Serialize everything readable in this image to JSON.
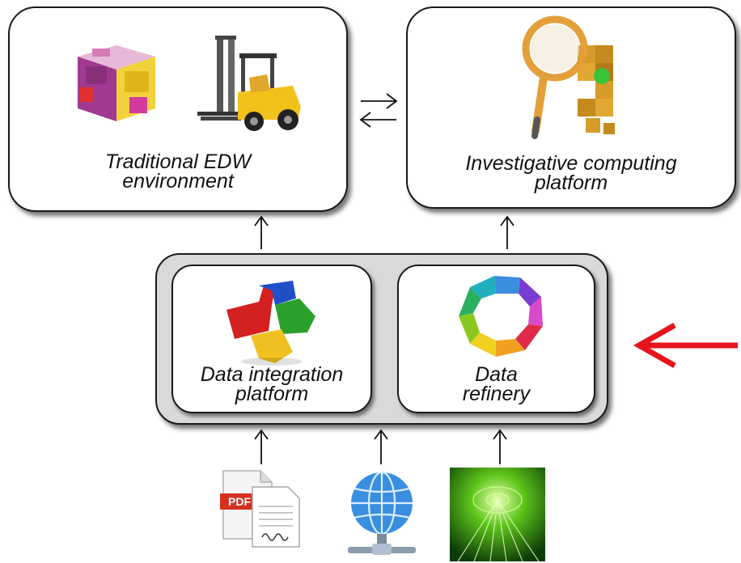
{
  "boxes": {
    "edw": {
      "line1": "Traditional EDW",
      "line2": "environment"
    },
    "investigative": {
      "line1": "Investigative computing",
      "line2": "platform"
    },
    "integration": {
      "line1": "Data integration",
      "line2": "platform"
    },
    "refinery": {
      "line1": "Data",
      "line2": "refinery"
    }
  },
  "icons": {
    "edw": [
      "puzzle-cube-icon",
      "forklift-icon"
    ],
    "investigative": "magnifier-cubes-icon",
    "integration": "puzzle-pieces-icon",
    "refinery": "circular-arrows-icon",
    "sources": [
      "pdf-document-icon",
      "globe-network-icon",
      "binary-data-icon"
    ],
    "pdf_badge": "PDF"
  },
  "colors": {
    "highlight_arrow": "#e8141b"
  }
}
